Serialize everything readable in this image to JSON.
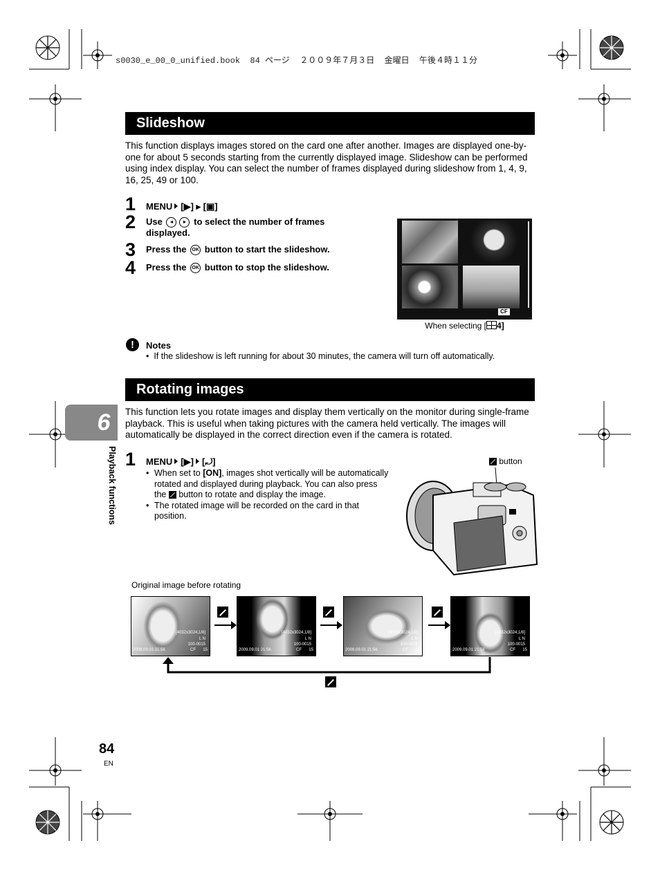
{
  "header_line": "s0030_e_00_0_unified.book  84 ページ  ２００９年７月３日  金曜日  午後４時１１分",
  "slideshow": {
    "title": "Slideshow",
    "intro": "This function displays images stored on the card one after another. Images are displayed one-by-one for about 5 seconds starting from the currently displayed image. Slideshow can be performed using index display. You can select the number of frames displayed during slideshow from 1, 4, 9, 16, 25, 49 or 100.",
    "steps": [
      {
        "num": "1",
        "menu": "MENU",
        "path": "[▶] ▸ [▣]"
      },
      {
        "num": "2",
        "text_a": "Use",
        "text_b": "to select the number of frames displayed."
      },
      {
        "num": "3",
        "text_a": "Press the",
        "text_b": "button to start the slideshow."
      },
      {
        "num": "4",
        "text_a": "Press the",
        "text_b": "button to stop the slideshow."
      }
    ],
    "btn_ok": "OK",
    "screen_badge": "CF",
    "caption_prefix": "When selecting [",
    "caption_value": "4]"
  },
  "notes": {
    "title": "Notes",
    "items": [
      "If the slideshow is left running for about 30 minutes, the camera will turn off automatically."
    ]
  },
  "rotating": {
    "title": "Rotating images",
    "intro": "This function lets you rotate images and display them vertically on the monitor during single-frame playback. This is useful when taking pictures with the camera held vertically. The images will automatically be displayed in the correct direction even if the camera is rotated.",
    "step1_num": "1",
    "step1_menu": "MENU",
    "bullet1_a": "When set to ",
    "bullet1_on": "[ON]",
    "bullet1_b": ", images shot vertically will be automatically rotated and displayed during playback. You can also press the ",
    "bullet1_c": " button to rotate and display the image.",
    "bullet2": "The rotated image will be recorded on the card in that position.",
    "button_label": "button",
    "original_caption": "Original image before rotating",
    "thumb_res": "[4032x3024,1/8]",
    "thumb_quality": "L N",
    "thumb_file": "100-0015",
    "thumb_date": "2009.09.01  21:56",
    "thumb_card": "CF",
    "thumb_frame": "15"
  },
  "side_tab": {
    "number": "6",
    "label": "Playback functions"
  },
  "page": {
    "number": "84",
    "lang": "EN"
  }
}
